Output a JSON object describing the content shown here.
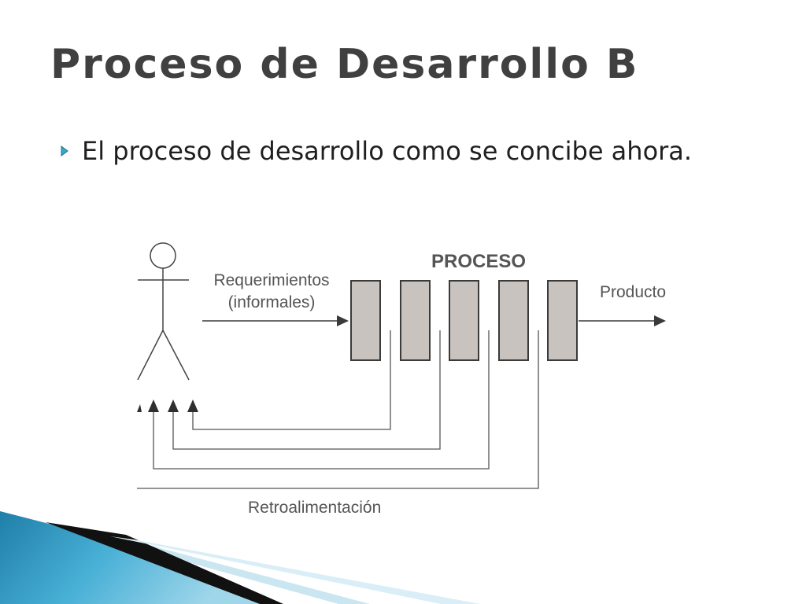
{
  "slide": {
    "title": "Proceso de Desarrollo B",
    "bullets": [
      {
        "icon": "triangle-right-icon",
        "text": "El proceso de desarrollo como se concibe ahora."
      }
    ]
  },
  "diagram": {
    "header": "PROCESO",
    "input_line1": "Requerimientos",
    "input_line2": "(informales)",
    "output": "Producto",
    "feedback": "Retroalimentación",
    "actor_icon": "stick-figure-icon",
    "process_step_count": 5
  },
  "colors": {
    "title": "#404040",
    "bullet_accent": "#3aa6c9",
    "process_box_fill": "#c9c3bf",
    "diagram_line": "#3a3a3a",
    "decor_blue": "#2b8cb5"
  }
}
